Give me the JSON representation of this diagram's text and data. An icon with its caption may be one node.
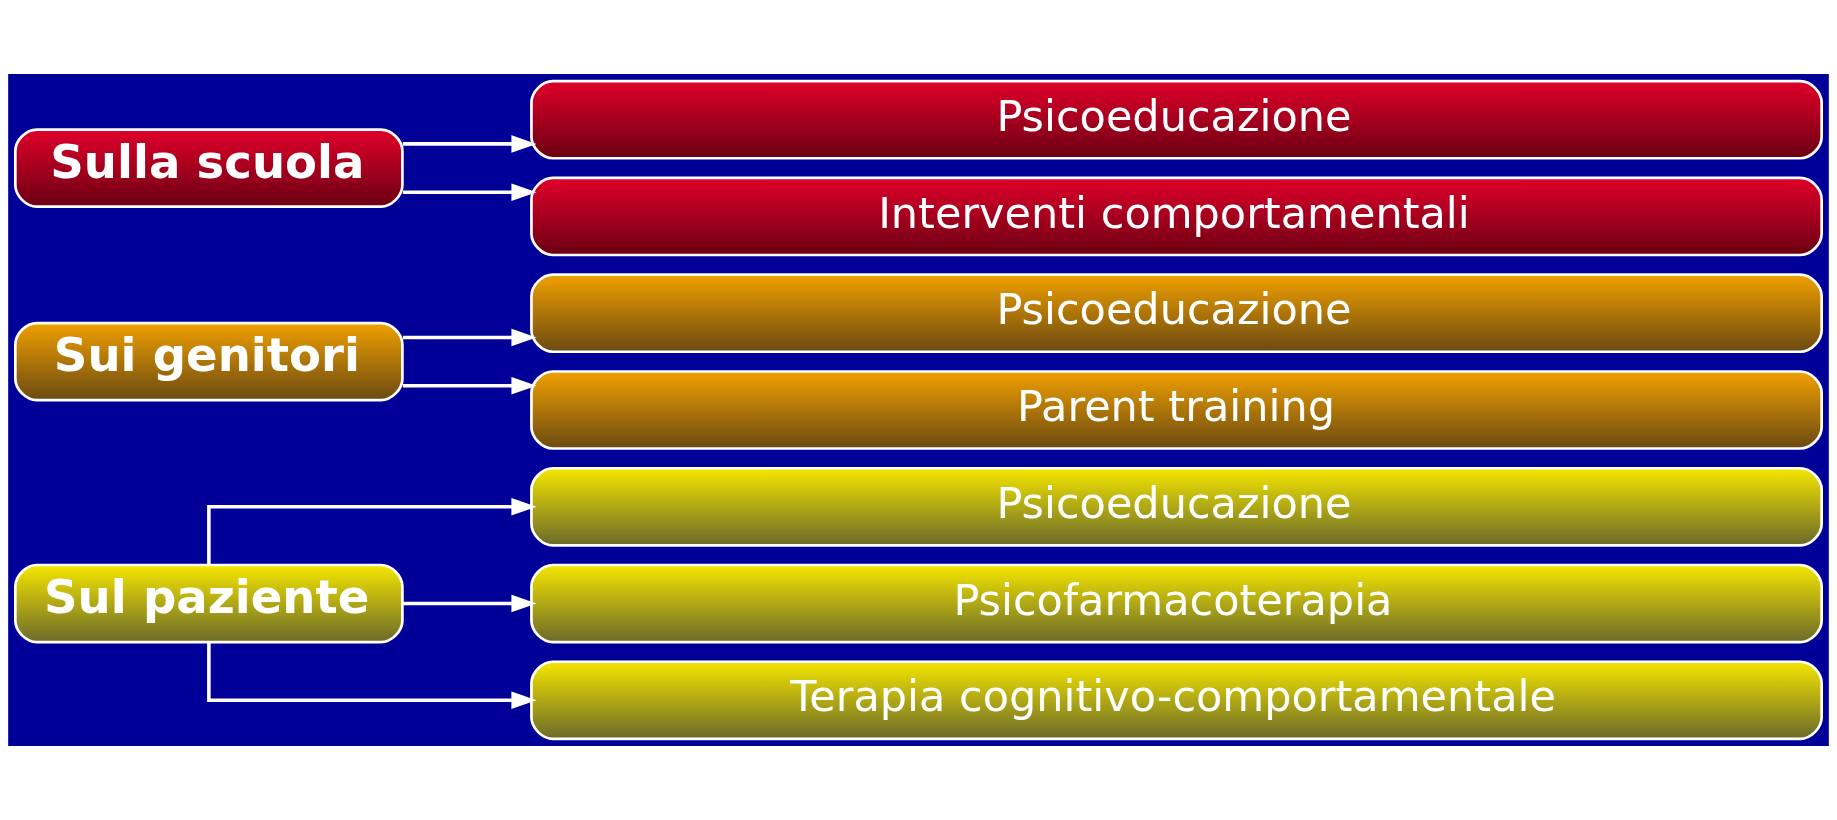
{
  "diagram": {
    "nodes": [
      {
        "text": [
          "Sul paziente"
        ]
      },
      {
        "text": [
          "Psicoeducazione"
        ]
      },
      {
        "text": [
          "Psicofarmacoterapia"
        ]
      },
      {
        "text": [
          "Terapia cognitivo-comportamentale"
        ]
      },
      {
        "text": [
          "Sui genitori"
        ]
      },
      {
        "text": [
          "Psicoeducazione"
        ]
      },
      {
        "text": [
          "Parent training"
        ]
      },
      {
        "text": [
          "Sulla scuola"
        ]
      },
      {
        "text": [
          "Psicoeducazione"
        ]
      },
      {
        "text": [
          "Interventi comportamentali"
        ]
      }
    ],
    "edges": [
      {
        "from": 0,
        "to": 1,
        "arrow": "to"
      },
      {
        "from": 0,
        "to": 2,
        "arrow": "to"
      },
      {
        "from": 0,
        "to": 3,
        "arrow": "to"
      },
      {
        "from": 4,
        "to": 5,
        "arrow": "to"
      },
      {
        "from": 4,
        "to": 6,
        "arrow": "to"
      },
      {
        "from": 7,
        "to": 8,
        "arrow": "to"
      },
      {
        "from": 7,
        "to": 9,
        "arrow": "to"
      }
    ]
  }
}
